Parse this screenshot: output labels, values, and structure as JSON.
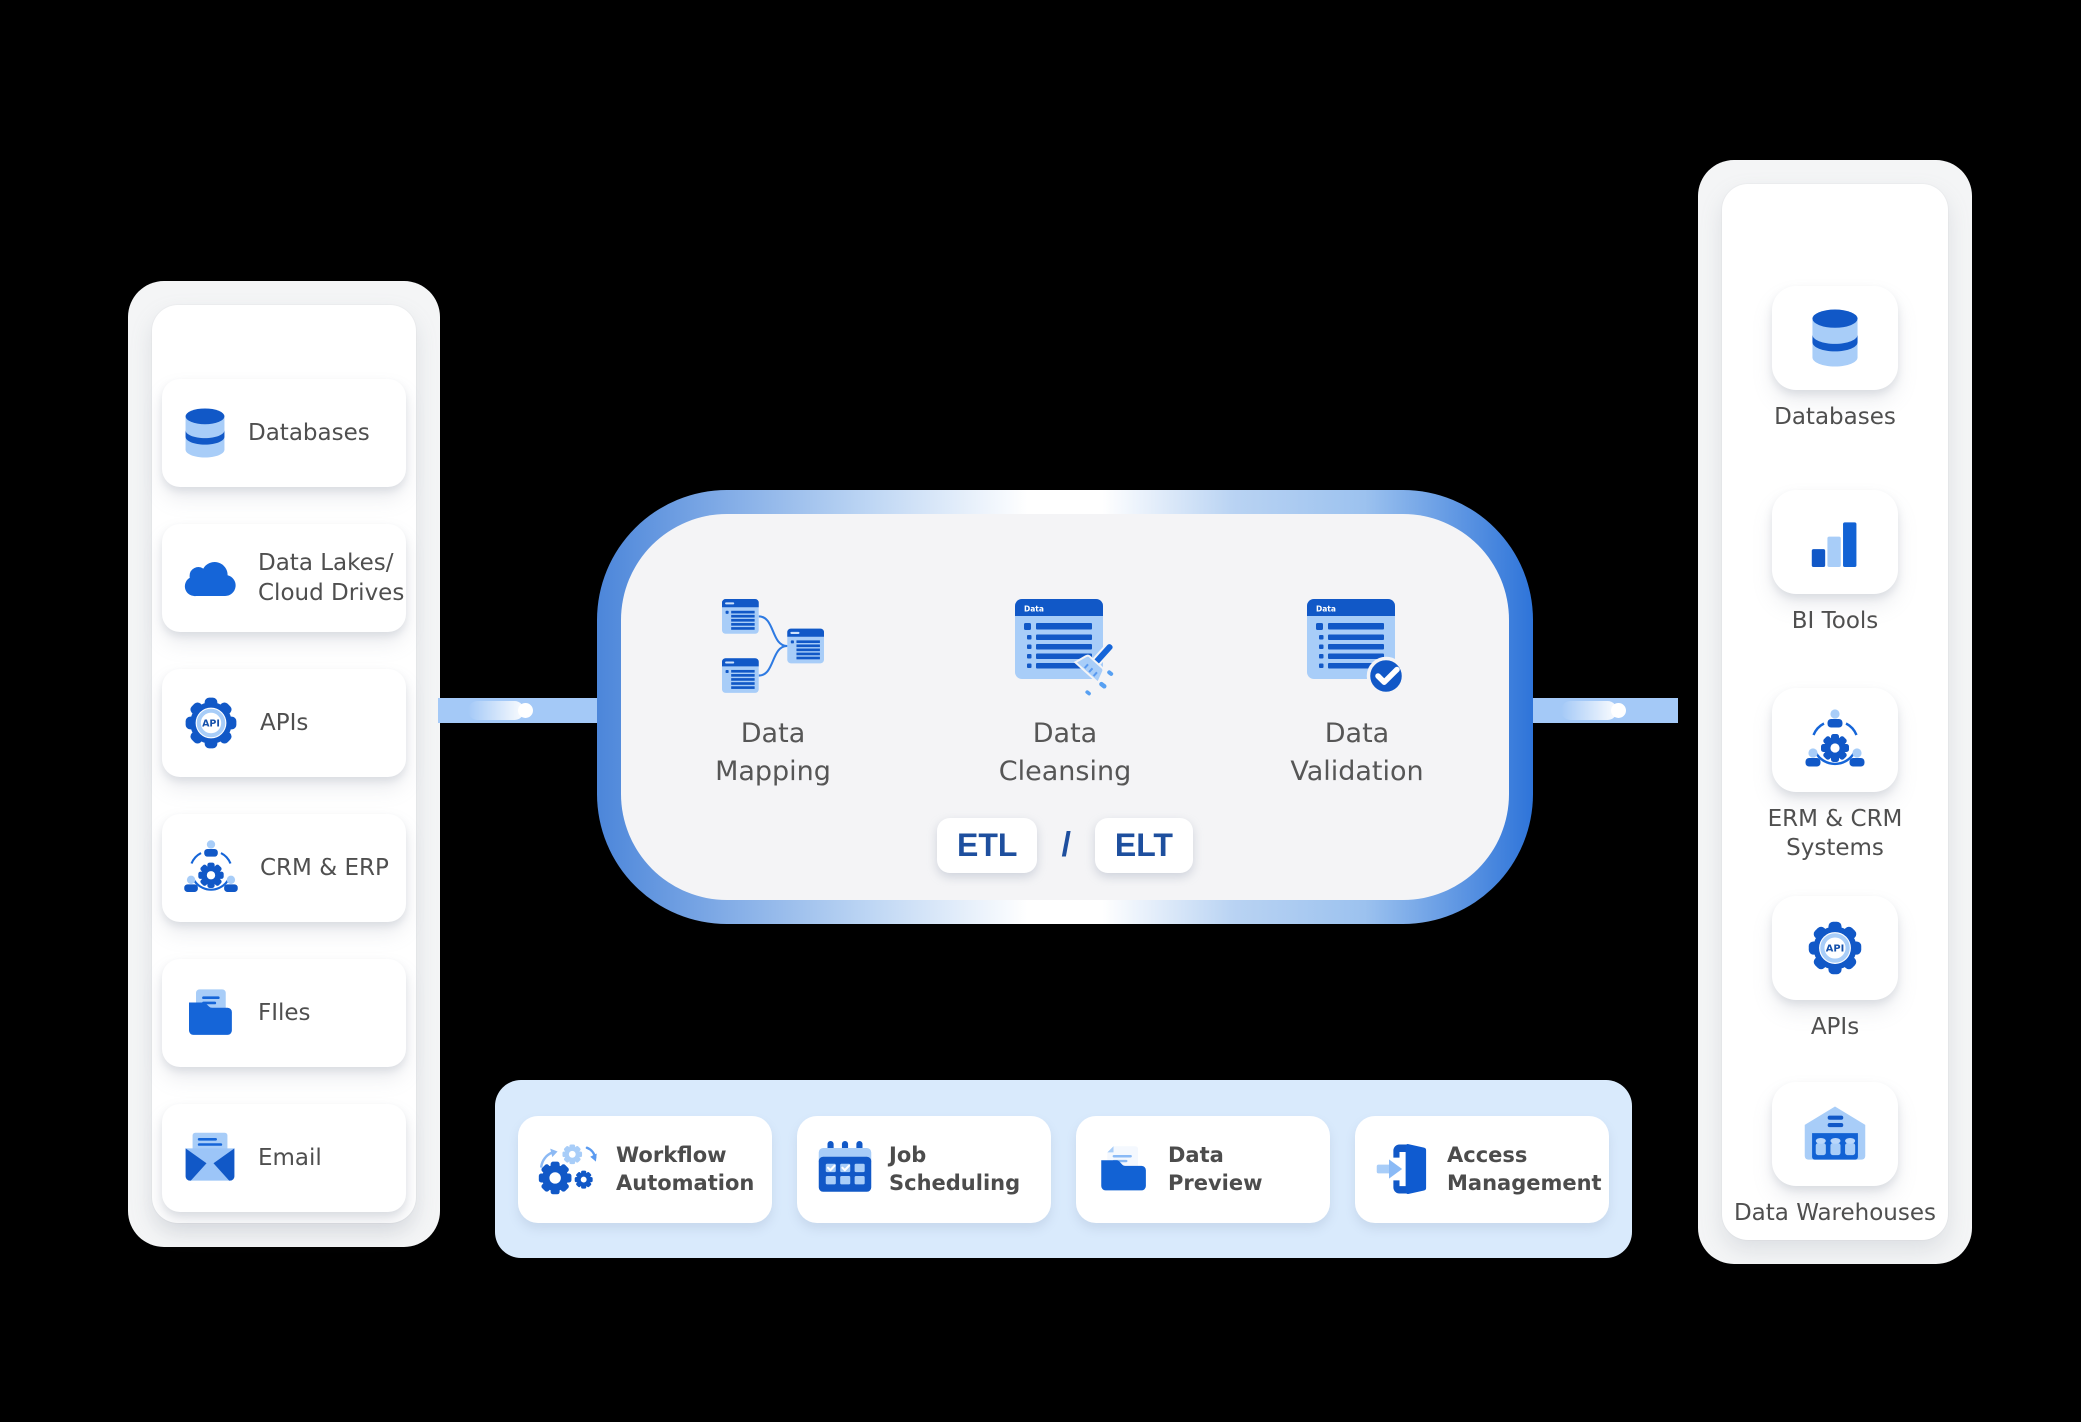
{
  "left_panel": {
    "items": [
      {
        "label": "Databases",
        "icon": "databases-icon"
      },
      {
        "label": "Data Lakes/\nCloud Drives",
        "icon": "cloud-icon"
      },
      {
        "label": "APIs",
        "icon": "api-icon"
      },
      {
        "label": "CRM & ERP",
        "icon": "crm-erp-icon"
      },
      {
        "label": "FIles",
        "icon": "files-icon"
      },
      {
        "label": "Email",
        "icon": "email-icon"
      }
    ]
  },
  "pipeline": {
    "stages": [
      {
        "label": "Data\nMapping",
        "icon": "data-mapping-icon"
      },
      {
        "label": "Data\nCleansing",
        "icon": "data-cleansing-icon"
      },
      {
        "label": "Data\nValidation",
        "icon": "data-validation-icon"
      }
    ],
    "window_label": "Data",
    "etl_label": "ETL",
    "separator": "/",
    "elt_label": "ELT"
  },
  "toolbar": {
    "items": [
      {
        "label": "Workflow\nAutomation",
        "icon": "workflow-automation-icon"
      },
      {
        "label": "Job\nScheduling",
        "icon": "job-scheduling-icon"
      },
      {
        "label": "Data\nPreview",
        "icon": "data-preview-icon"
      },
      {
        "label": "Access\nManagement",
        "icon": "access-management-icon"
      }
    ]
  },
  "right_panel": {
    "items": [
      {
        "label": "Databases",
        "icon": "databases-icon"
      },
      {
        "label": "BI Tools",
        "icon": "bi-tools-icon"
      },
      {
        "label": "ERM & CRM\nSystems",
        "icon": "crm-erp-icon"
      },
      {
        "label": "APIs",
        "icon": "api-icon"
      },
      {
        "label": "Data Warehouses",
        "icon": "warehouse-icon"
      }
    ]
  },
  "colors": {
    "deep_blue": "#1158c7",
    "primary_blue": "#1565d8",
    "light_blue": "#a8cdf8",
    "pale_bar_blue": "#d9eafc",
    "etl_text_blue": "#1e4f9e",
    "label_gray": "#4f4f4f",
    "pipeline_fill": "#f4f4f6"
  }
}
